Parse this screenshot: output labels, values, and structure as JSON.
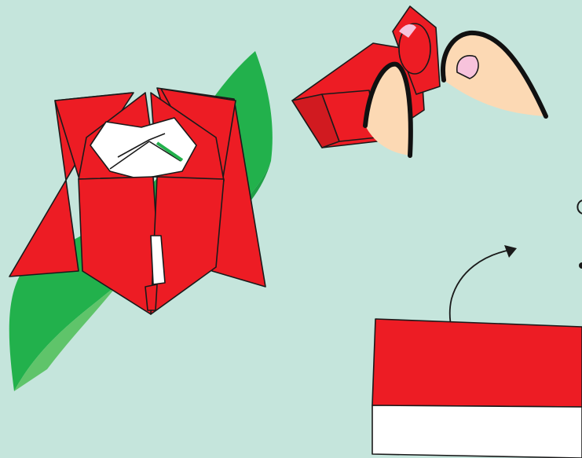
{
  "illustration": {
    "colors": {
      "background": "#c5e5dc",
      "paper_red": "#ed1c24",
      "paper_white": "#ffffff",
      "leaf_green": "#22b14c",
      "leaf_green_light": "#5fc46a",
      "skin": "#fcd9b4",
      "nail_pink": "#f7c3dc",
      "outline": "#1a1a1a"
    },
    "figures": [
      {
        "name": "finished-origami-rose",
        "icon": "rose-icon"
      },
      {
        "name": "fingers-folding-paper",
        "icon": "hand-icon"
      },
      {
        "name": "red-white-paper-strip",
        "icon": "paper-strip-icon"
      },
      {
        "name": "fold-direction-arrow",
        "icon": "curved-arrow-icon"
      }
    ]
  }
}
